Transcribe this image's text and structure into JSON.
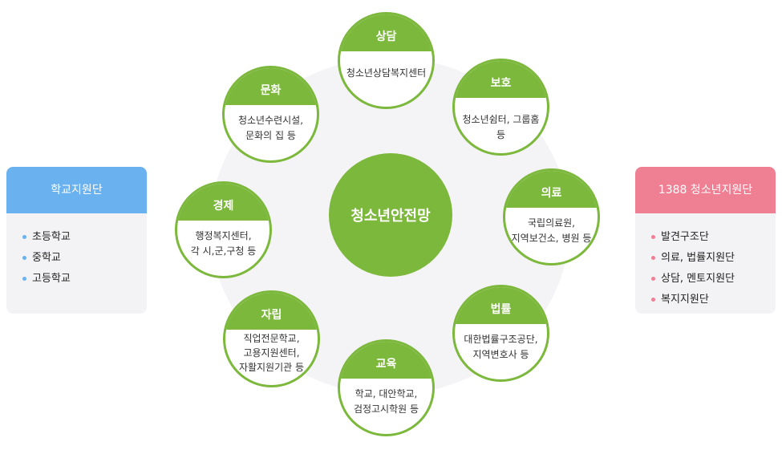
{
  "center": {
    "label": "청소년안전망"
  },
  "school": {
    "title": "학교지원단",
    "color": "#69b1ef",
    "items": [
      "초등학교",
      "중학교",
      "고등학교"
    ]
  },
  "youth1388": {
    "title": "1388 청소년지원단",
    "color": "#ef7f93",
    "items": [
      "발견구조단",
      "의료, 법률지원단",
      "상담, 멘토지원단",
      "복지지원단"
    ]
  },
  "nodes": {
    "counsel": {
      "title": "상담",
      "lines": [
        "청소년상담복지센터"
      ]
    },
    "protect": {
      "title": "보호",
      "lines": [
        "청소년쉼터, 그룹홈 등"
      ]
    },
    "medical": {
      "title": "의료",
      "lines": [
        "국립의료원,",
        "지역보건소, 병원 등"
      ]
    },
    "legal": {
      "title": "법률",
      "lines": [
        "대한법률구조공단,",
        "지역변호사 등"
      ]
    },
    "education": {
      "title": "교육",
      "lines": [
        "학교, 대안학교,",
        "검정고시학원 등"
      ]
    },
    "independence": {
      "title": "자립",
      "lines": [
        "직업전문학교,",
        "고용지원센터,",
        "자활지원기관 등"
      ]
    },
    "economy": {
      "title": "경제",
      "lines": [
        "행정복지센터,",
        "각 시,군,구청 등"
      ]
    },
    "culture": {
      "title": "문화",
      "lines": [
        "청소년수련시설,",
        "문화의 집 등"
      ]
    }
  },
  "colors": {
    "green": "#7cb83c",
    "card_bg": "#f3f2f4"
  }
}
